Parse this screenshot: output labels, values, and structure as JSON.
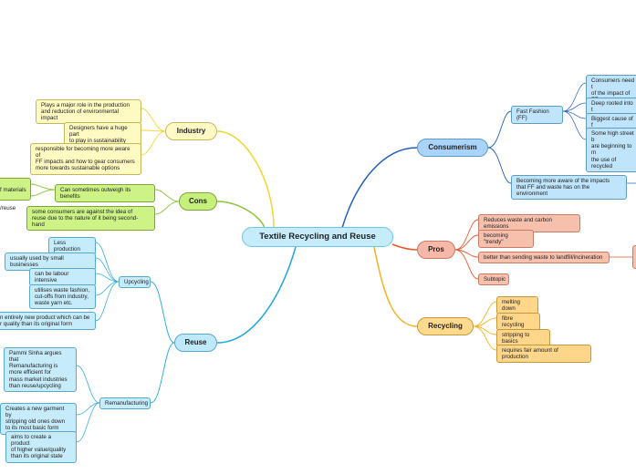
{
  "root": "Textile Recycling and Reuse",
  "industry": {
    "label": "Industry",
    "items": [
      "Plays a major role in the production\nand reduction of environmental impact",
      "Designers have a huge part\nto play in sustainability",
      "responsible for becoming more aware of\nFF impacts and how to gear consumers\nmore towards sustainable options"
    ]
  },
  "cons": {
    "label": "Cons",
    "item1": "Can sometimes outweigh its benefits",
    "item1_children": [
      "f materials",
      "/reuse"
    ],
    "item2": "some consumers are against the idea of\nreuse due to the nature of it being second-hand"
  },
  "reuse": {
    "label": "Reuse",
    "upcycling": {
      "label": "Upcycling",
      "items": [
        "Less production",
        "usually used by small businesses",
        "can be labour intensive",
        "utilises waste fashion,\ncut-offs from industry,\nwaste yarn etc.",
        "n entirely new product which can be\nr quality than its original form"
      ]
    },
    "remanufacturing": {
      "label": "Remanufacturing",
      "items": [
        "Pammi Sinha argues that\nRemanufacturing is\nmore efficient for\nmass market industries\nthan reuse/upcycling",
        "Creates a new garment by\nstripping old ones down\nto its most basic form",
        "aims to create a product\nof higher value/quality\nthan its original state"
      ]
    }
  },
  "consumerism": {
    "label": "Consumerism",
    "fast_fashion": {
      "label": "Fast Fashion (FF)",
      "items": [
        "Consumers need t\nof the impact of FF",
        "Deep rooted into t",
        "Biggest cause of f",
        "Some high street b\nare beginning to m\nthe use of recycled"
      ]
    },
    "awareness": "Becoming more aware of the impacts\nthat FF and waste has on the environment"
  },
  "pros": {
    "label": "Pros",
    "items": [
      "Reduces waste and carbon emissions",
      "becoming \"trendy\"",
      "better than sending waste to landfill/incineration",
      "Subtopic"
    ]
  },
  "recycling": {
    "label": "Recycling",
    "items": [
      "melting down",
      "fibre recycling",
      "stripping to basics",
      "requires fair amount of production"
    ]
  },
  "colors": {
    "industry": "#f2d52a",
    "cons": "#8ac43a",
    "reuse": "#22a8de",
    "consumerism": "#1f5fbf",
    "pros": "#e8572c",
    "recycling": "#f2b31e"
  }
}
